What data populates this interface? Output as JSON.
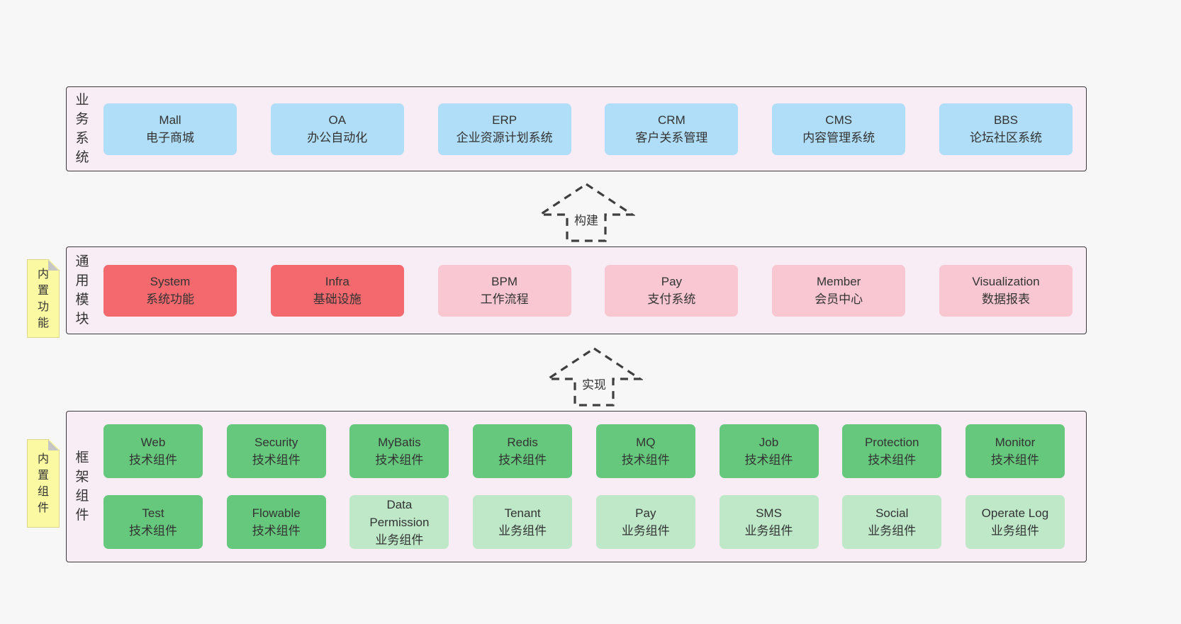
{
  "colors": {
    "page-bg": "#f7f7f7",
    "panel-bg": "#f8edf5",
    "panel-border": "#3b3b3b",
    "box-blue": "#b0ddf7",
    "box-red": "#f4696e",
    "box-pink": "#f9c7d2",
    "box-green": "#66c87d",
    "box-green-light": "#bee8c8",
    "sticky-yellow": "#fbf9a2",
    "sticky-fold": "#c6c6c6",
    "text": "#333333",
    "arrow": "#3f3f3f"
  },
  "arrows": [
    {
      "label": "构建"
    },
    {
      "label": "实现"
    }
  ],
  "stickies": [
    {
      "label": "内置功能"
    },
    {
      "label": "内置组件"
    }
  ],
  "layers": [
    {
      "label": "业务系统",
      "boxes": [
        {
          "title": "Mall",
          "subtitle": "电子商城"
        },
        {
          "title": "OA",
          "subtitle": "办公自动化"
        },
        {
          "title": "ERP",
          "subtitle": "企业资源计划系统"
        },
        {
          "title": "CRM",
          "subtitle": "客户关系管理"
        },
        {
          "title": "CMS",
          "subtitle": "内容管理系统"
        },
        {
          "title": "BBS",
          "subtitle": "论坛社区系统"
        }
      ]
    },
    {
      "label": "通用模块",
      "boxes": [
        {
          "title": "System",
          "subtitle": "系统功能"
        },
        {
          "title": "Infra",
          "subtitle": "基础设施"
        },
        {
          "title": "BPM",
          "subtitle": "工作流程"
        },
        {
          "title": "Pay",
          "subtitle": "支付系统"
        },
        {
          "title": "Member",
          "subtitle": "会员中心"
        },
        {
          "title": "Visualization",
          "subtitle": "数据报表"
        }
      ]
    },
    {
      "label": "框架组件",
      "rows": [
        [
          {
            "title": "Web",
            "subtitle": "技术组件"
          },
          {
            "title": "Security",
            "subtitle": "技术组件"
          },
          {
            "title": "MyBatis",
            "subtitle": "技术组件"
          },
          {
            "title": "Redis",
            "subtitle": "技术组件"
          },
          {
            "title": "MQ",
            "subtitle": "技术组件"
          },
          {
            "title": "Job",
            "subtitle": "技术组件"
          },
          {
            "title": "Protection",
            "subtitle": "技术组件"
          },
          {
            "title": "Monitor",
            "subtitle": "技术组件"
          }
        ],
        [
          {
            "title": "Test",
            "subtitle": "技术组件"
          },
          {
            "title": "Flowable",
            "subtitle": "技术组件"
          },
          {
            "title": "Data Permission",
            "subtitle": "业务组件"
          },
          {
            "title": "Tenant",
            "subtitle": "业务组件"
          },
          {
            "title": "Pay",
            "subtitle": "业务组件"
          },
          {
            "title": "SMS",
            "subtitle": "业务组件"
          },
          {
            "title": "Social",
            "subtitle": "业务组件"
          },
          {
            "title": "Operate Log",
            "subtitle": "业务组件"
          }
        ]
      ]
    }
  ]
}
